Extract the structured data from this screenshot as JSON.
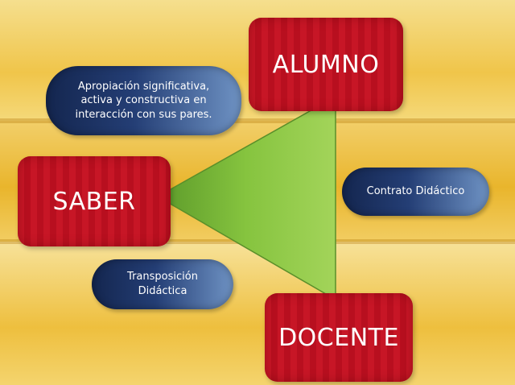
{
  "nodes": {
    "alumno": "ALUMNO",
    "saber": "SABER",
    "docente": "DOCENTE"
  },
  "labels": {
    "apropiacion": "Apropiación significativa,\nactiva y constructiva en\ninteracción con sus pares.",
    "contrato": "Contrato Didáctico",
    "transposicion": "Transposición\nDidáctica"
  },
  "colors": {
    "node_red": "#c71626",
    "pill_blue": "#1e3466",
    "triangle_green": "#7cbf3c",
    "background_yellow": "#f0c54a"
  }
}
